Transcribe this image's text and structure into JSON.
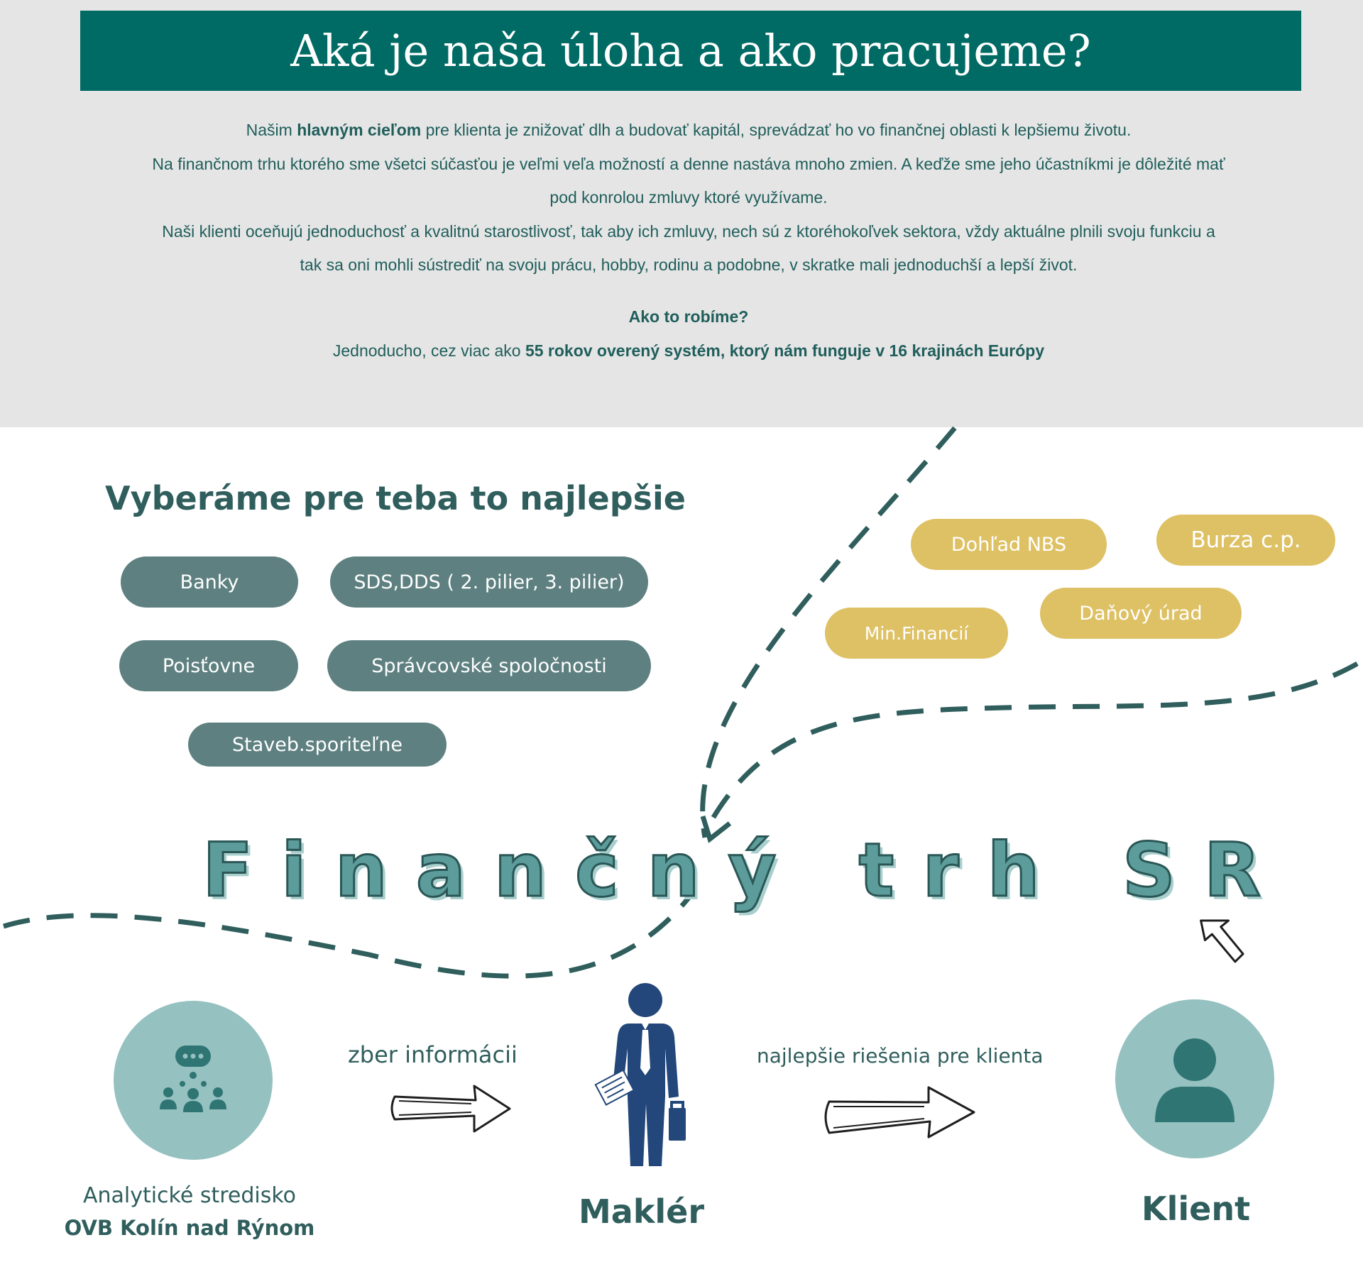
{
  "header": {
    "title": "Aká je naša úloha a ako pracujeme?"
  },
  "intro": {
    "p1_before": "Našim ",
    "p1_bold": "hlavným cieľom",
    "p1_after": " pre klienta je znižovať dlh a budovať kapitál, sprevádzať ho vo finančnej oblasti k lepšiemu životu.",
    "p2_line1": "Na finančnom trhu ktorého sme všetci súčasťou je veľmi veľa možností a denne nastáva mnoho zmien. A keďže sme jeho účastníkmi je dôležité mať",
    "p2_line2": "pod konrolou zmluvy ktoré využívame.",
    "p3_line1": "Naši klienti oceňujú jednoduchosť a kvalitnú starostlivosť, tak aby ich zmluvy, nech sú z ktoréhokoľvek sektora, vždy aktuálne plnili svoju funkciu a",
    "p3_line2": "tak sa oni mohli sústrediť na svoju prácu, hobby, rodinu a podobne, v skratke mali jednoduchší a lepší život."
  },
  "how": {
    "heading": "Ako to robíme?",
    "text_before": "Jednoducho, cez viac ako ",
    "text_bold": "55 rokov overený systém, ktorý nám funguje v 16 krajinách Európy"
  },
  "infographic": {
    "subhead": "Vyberáme pre teba to najlepšie",
    "institutions": [
      "Banky",
      "SDS,DDS ( 2. pilier, 3. pilier)",
      "Poisťovne",
      "Správcovské spoločnosti",
      "Staveb.sporiteľne"
    ],
    "regulators": [
      "Dohľad NBS",
      "Burza c.p.",
      "Daňový úrad",
      "Min.Financií"
    ],
    "market_title": "Finančný trh SR",
    "analytic_label": "Analytické stredisko",
    "analytic_name": "OVB Kolín nad Rýnom",
    "arrow1_label": "zber informácii",
    "broker_label": "Maklér",
    "arrow2_label": "najlepšie riešenia pre klienta",
    "client_label": "Klient"
  },
  "colors": {
    "header_bg": "#006a64",
    "top_bg": "#e5e5e5",
    "text_teal": "#1f5e5b",
    "pill_teal": "#5e8080",
    "pill_gold": "#dec164",
    "circle": "#95c1c0",
    "icon_dark": "#2f7573",
    "broker_blue": "#23477a",
    "dash": "#2f5e5d"
  }
}
